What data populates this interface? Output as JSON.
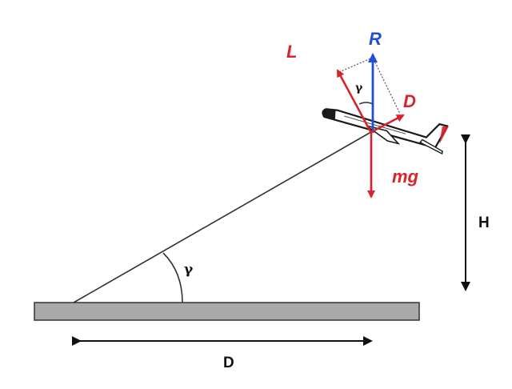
{
  "colors": {
    "red": "#d8232a",
    "blue": "#1f4fd6",
    "black": "#111111",
    "ground": "#a9a9a9",
    "line": "#333333"
  },
  "labels": {
    "lift": "L",
    "resultant": "R",
    "drag": "D",
    "weight": "mg",
    "gamma_top": "γ",
    "gamma_ground": "γ",
    "height": "H",
    "distance": "D"
  },
  "icons": {
    "aircraft": "airplane-icon"
  }
}
